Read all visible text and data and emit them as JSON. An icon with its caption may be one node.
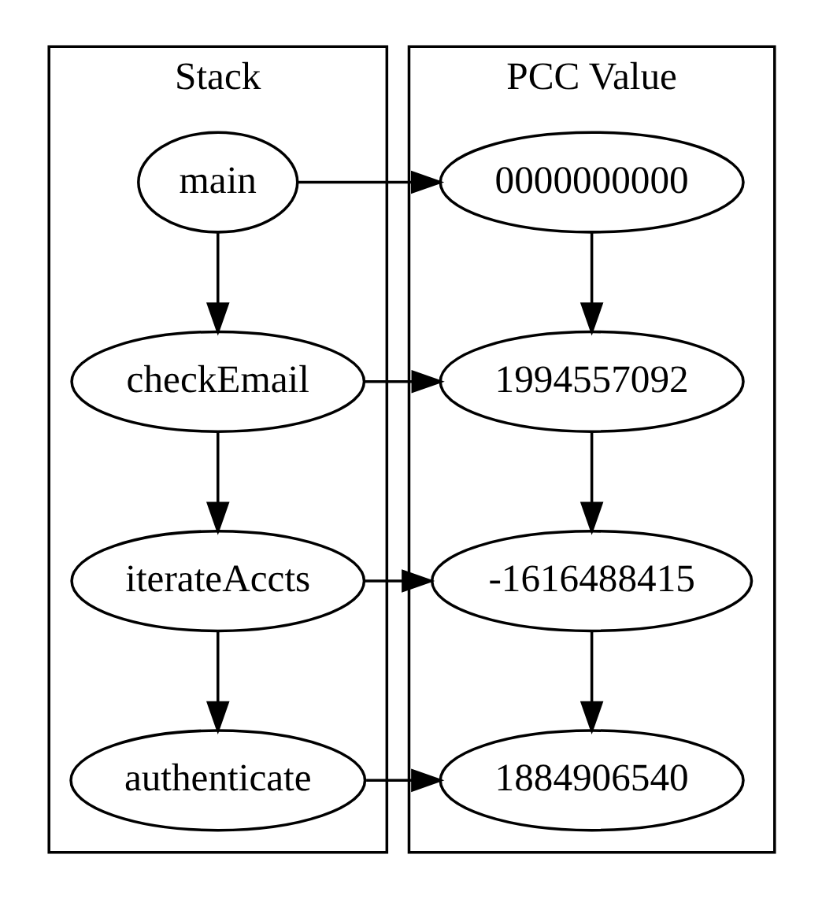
{
  "diagram": {
    "nodes": [
      {
        "text": [
          "Stack"
        ]
      },
      {
        "text": [
          "main"
        ],
        "in": 0
      },
      {
        "text": [
          "checkEmail"
        ],
        "in": 0
      },
      {
        "text": [
          "iterateAccts"
        ],
        "in": 0
      },
      {
        "text": [
          "authenticate"
        ],
        "in": 0
      },
      {
        "text": [
          "PCC Value"
        ]
      },
      {
        "text": [
          "0000000000"
        ],
        "in": 5
      },
      {
        "text": [
          "1994557092"
        ],
        "in": 5
      },
      {
        "text": [
          "-1616488415"
        ],
        "in": 5
      },
      {
        "text": [
          "1884906540"
        ],
        "in": 5
      }
    ],
    "edges": [
      {
        "from": 1,
        "to": 2,
        "arrow": "to"
      },
      {
        "from": 2,
        "to": 3,
        "arrow": "to"
      },
      {
        "from": 3,
        "to": 4,
        "arrow": "to"
      },
      {
        "from": 6,
        "to": 7,
        "arrow": "to"
      },
      {
        "from": 7,
        "to": 8,
        "arrow": "to"
      },
      {
        "from": 8,
        "to": 9,
        "arrow": "to"
      },
      {
        "from": 1,
        "to": 6,
        "arrow": "to"
      },
      {
        "from": 2,
        "to": 7,
        "arrow": "to"
      },
      {
        "from": 3,
        "to": 8,
        "arrow": "to"
      },
      {
        "from": 4,
        "to": 9,
        "arrow": "to"
      }
    ]
  }
}
